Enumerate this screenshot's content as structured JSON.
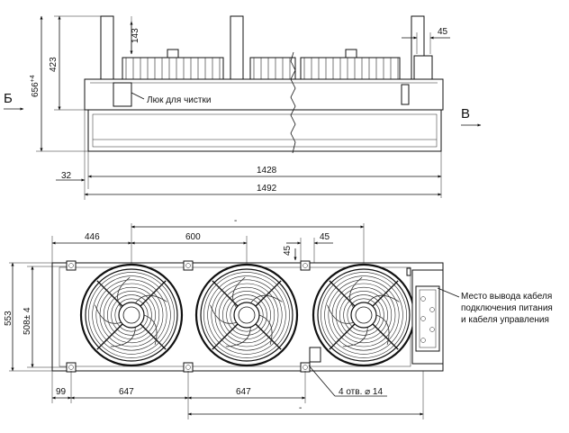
{
  "top_view": {
    "dims": {
      "d143": "143",
      "d45": "45",
      "d423": "423",
      "d656": "656",
      "d656_tol": "+4",
      "d32": "32",
      "d1428": "1428",
      "d1492": "1492"
    },
    "label_cleaning": "Люк для чистки",
    "view_b": "Б",
    "view_v": "В"
  },
  "front_view": {
    "dims": {
      "d_dash": "-",
      "d446": "446",
      "d600": "600",
      "d45a": "45",
      "d45b": "45",
      "d553": "553",
      "d508": "508",
      "d508_tol": "± 4",
      "d99": "99",
      "d647a": "647",
      "d647b": "647",
      "d_dash_bottom": "-"
    },
    "holes_note": "4 отв. ⌀ 14",
    "cable_note": {
      "line1": "Место вывода кабеля",
      "line2": "подключения питания",
      "line3": "и кабеля управления"
    }
  },
  "fans": [
    {
      "id": "fan-1"
    },
    {
      "id": "fan-2"
    },
    {
      "id": "fan-3"
    }
  ]
}
